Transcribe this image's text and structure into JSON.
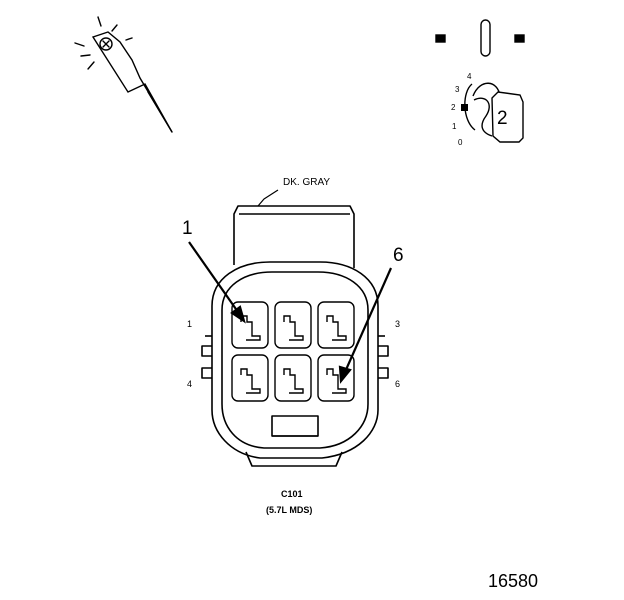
{
  "wire_label": "DK. GRAY",
  "callouts": {
    "left": "1",
    "right": "6"
  },
  "pin_labels": {
    "top_left": "1",
    "top_right": "3",
    "bottom_left": "4",
    "bottom_right": "6"
  },
  "connector": {
    "id": "C101",
    "variant": "(5.7L MDS)"
  },
  "figure_number": "16580",
  "key_badge": {
    "number": "2",
    "scale": [
      "4",
      "3",
      "2",
      "1",
      "0"
    ]
  },
  "icons": [
    "probe-tool-icon",
    "terminal-key-icon"
  ],
  "colors": {
    "ink": "#000000",
    "background": "#ffffff"
  }
}
